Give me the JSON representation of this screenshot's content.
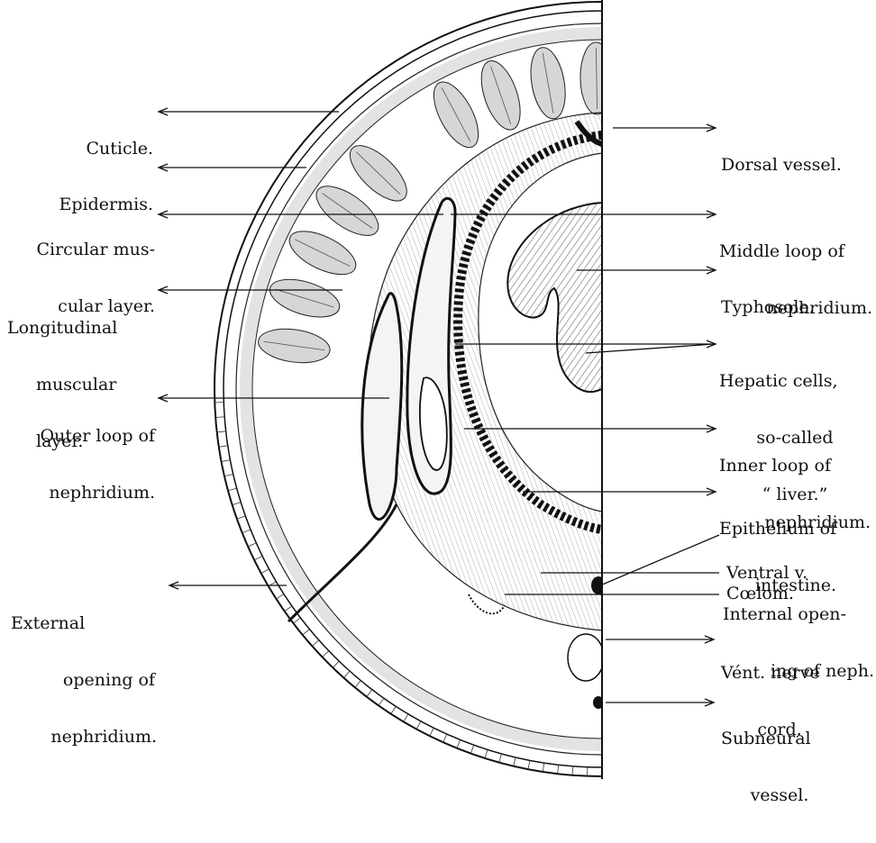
{
  "colors": {
    "ink": "#111111",
    "paper": "#ffffff",
    "tissue": "#d9d9d9",
    "tissue_dark": "#9a9a9a"
  },
  "labels_left": [
    {
      "id": "cuticle",
      "lines": [
        "Cuticle."
      ]
    },
    {
      "id": "epidermis",
      "lines": [
        "Epidermis."
      ]
    },
    {
      "id": "circular-muscular-layer",
      "lines": [
        "Circular mus-",
        "cular layer."
      ]
    },
    {
      "id": "longitudinal-muscular-layer",
      "lines": [
        "Longitudinal",
        "muscular",
        "layer."
      ]
    },
    {
      "id": "outer-loop",
      "lines": [
        "Outer loop of",
        "nephridium."
      ]
    },
    {
      "id": "external-opening",
      "lines": [
        "External",
        "opening of",
        "nephridium."
      ]
    }
  ],
  "labels_right": [
    {
      "id": "dorsal-vessel",
      "lines": [
        "Dorsal vessel."
      ]
    },
    {
      "id": "middle-loop",
      "lines": [
        "Middle loop of",
        "nephridium."
      ]
    },
    {
      "id": "typhosole",
      "lines": [
        "Typhosole."
      ]
    },
    {
      "id": "hepatic-cells",
      "lines": [
        "Hepatic cells,",
        "so-called",
        "“ liver.”"
      ]
    },
    {
      "id": "inner-loop",
      "lines": [
        "Inner loop of",
        "nephridium."
      ]
    },
    {
      "id": "epithelium",
      "lines": [
        "Epithelium of",
        "intestine."
      ]
    },
    {
      "id": "ventral-v",
      "lines": [
        "Ventral v."
      ]
    },
    {
      "id": "coelom",
      "lines": [
        "Cœlom."
      ]
    },
    {
      "id": "internal-opening",
      "lines": [
        "Internal open-",
        "ing of neph."
      ]
    },
    {
      "id": "vent-nerve-cord",
      "lines": [
        "Vént. nerve",
        "cord."
      ]
    },
    {
      "id": "subneural-vessel",
      "lines": [
        "Subneural",
        "vessel."
      ]
    }
  ]
}
